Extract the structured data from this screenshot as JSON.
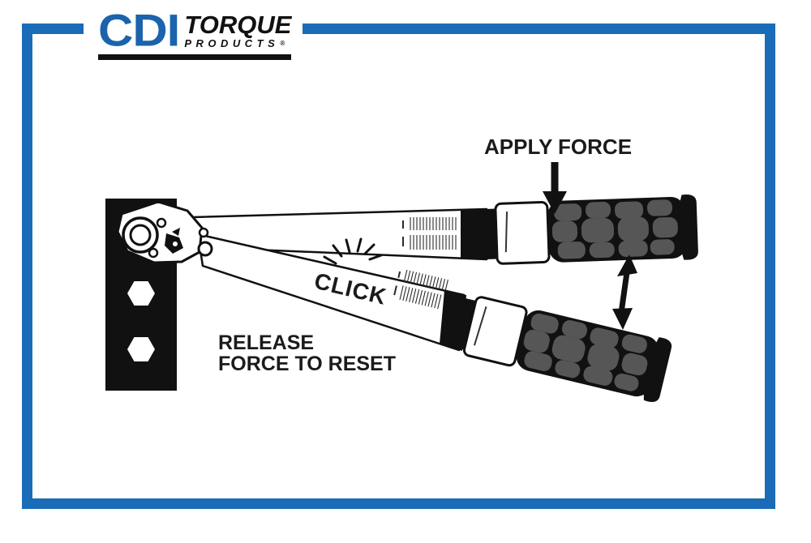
{
  "logo": {
    "brand": "CDI",
    "title": "TORQUE",
    "subtitle": "PRODUCTS",
    "registered": "®"
  },
  "labels": {
    "apply_force": "APPLY FORCE",
    "click": "CLICK",
    "release_line1": "RELEASE",
    "release_line2": "FORCE TO RESET"
  },
  "colors": {
    "frame_blue": "#1a6cb8",
    "logo_blue": "#1b63ad",
    "ink_black": "#111111",
    "grip_gray": "#565656",
    "background": "#ffffff"
  }
}
